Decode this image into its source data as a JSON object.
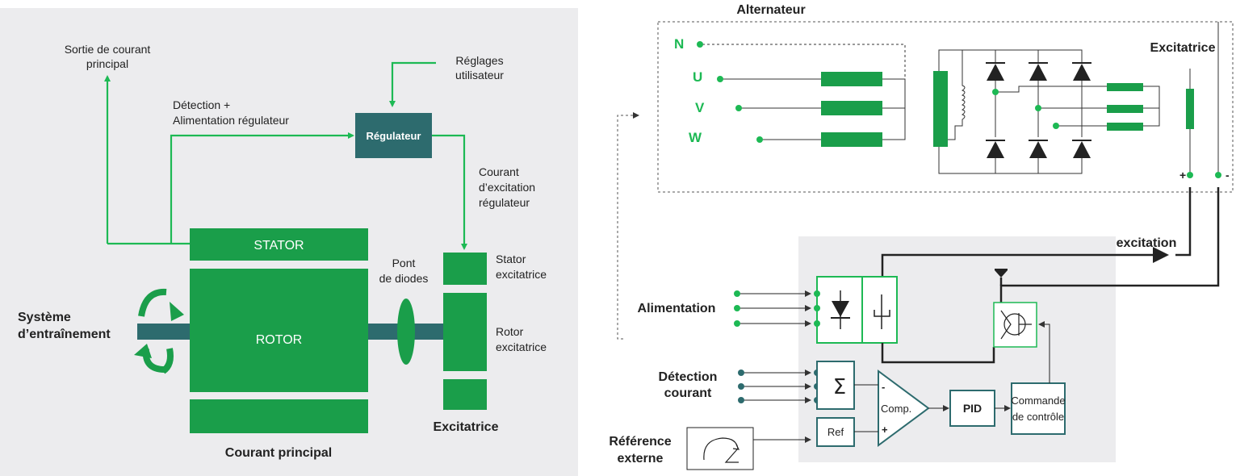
{
  "left": {
    "sortie_line1": "Sortie de courant",
    "sortie_line2": "principal",
    "reglages_line1": "Réglages",
    "reglages_line2": "utilisateur",
    "detection_line1": "Détection +",
    "detection_line2": "Alimentation régulateur",
    "regulateur": "Régulateur",
    "courant_exc_line1": "Courant",
    "courant_exc_line2": "d’excitation",
    "courant_exc_line3": "régulateur",
    "stator": "STATOR",
    "rotor": "ROTOR",
    "pont_line1": "Pont",
    "pont_line2": "de diodes",
    "stator_exc_line1": "Stator",
    "stator_exc_line2": "excitatrice",
    "rotor_exc_line1": "Rotor",
    "rotor_exc_line2": "excitatrice",
    "systeme_line1": "Système",
    "systeme_line2": "d’entraînement",
    "excitatrice": "Excitatrice",
    "courant_principal": "Courant principal"
  },
  "right": {
    "alternateur": "Alternateur",
    "phase_n": "N",
    "phase_u": "U",
    "phase_v": "V",
    "phase_w": "W",
    "excitatrice": "Excitatrice",
    "plus": "+",
    "minus": "-",
    "courant_excitation": "Courant d’excitation",
    "alimentation": "Alimentation",
    "detection_line1": "Détection",
    "detection_line2": "courant",
    "reference_line1": "Référence",
    "reference_line2": "externe",
    "sigma": "Σ",
    "comp": "Comp.",
    "comp_minus": "-",
    "comp_plus": "+",
    "pid": "PID",
    "ref": "Ref",
    "commande_line1": "Commande",
    "commande_line2": "de contrôle"
  },
  "colors": {
    "green": "#1db954",
    "dark_green": "#17a54a",
    "teal": "#2d6b6e",
    "panel_gray": "#ececee"
  }
}
